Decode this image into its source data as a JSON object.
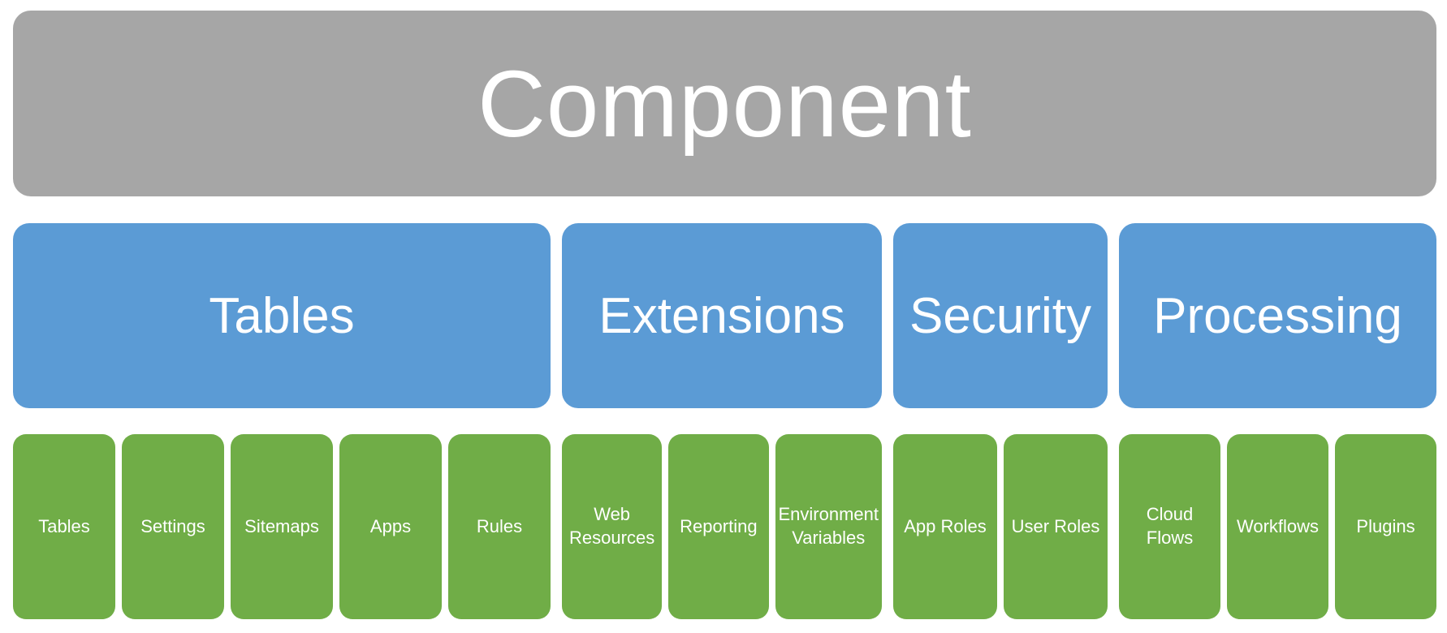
{
  "diagram": {
    "type": "hierarchy-smartart",
    "root": {
      "label": "Component"
    },
    "groups": [
      {
        "label": "Tables",
        "items": [
          "Tables",
          "Settings",
          "Sitemaps",
          "Apps",
          "Rules"
        ]
      },
      {
        "label": "Extensions",
        "items": [
          "Web Resources",
          "Reporting",
          "Environment Variables"
        ]
      },
      {
        "label": "Security",
        "items": [
          "App Roles",
          "User Roles"
        ]
      },
      {
        "label": "Processing",
        "items": [
          "Cloud Flows",
          "Workflows",
          "Plugins"
        ]
      }
    ],
    "colors": {
      "root_fill": "#A6A6A6",
      "category_fill": "#5B9BD5",
      "item_fill": "#70AD47",
      "text": "#FFFFFF",
      "background": "#FFFFFF"
    }
  }
}
